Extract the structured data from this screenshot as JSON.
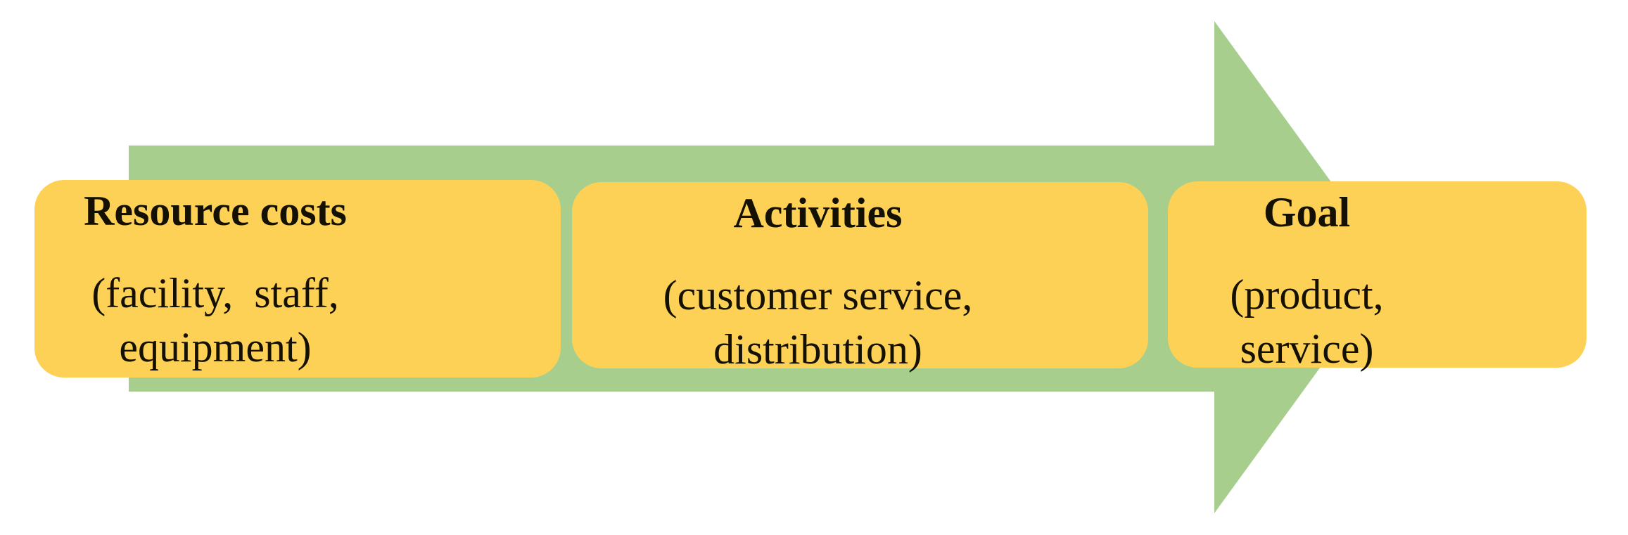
{
  "diagram": {
    "type": "process-flow",
    "direction": "left-to-right",
    "background_color": "#ffffff",
    "arrow": {
      "name": "continuous-block-process-arrow",
      "color": "#A7CE8D"
    },
    "box_fill": "#FDD155",
    "text_color": "#141103",
    "boxes": [
      {
        "id": "resource-costs",
        "title": "Resource costs",
        "lines": [
          "(facility,  staff,",
          "equipment)"
        ]
      },
      {
        "id": "activities",
        "title": "Activities",
        "lines": [
          "(customer service,",
          "distribution)"
        ]
      },
      {
        "id": "goal",
        "title": "Goal",
        "lines": [
          "(product,",
          "service)"
        ]
      }
    ]
  }
}
